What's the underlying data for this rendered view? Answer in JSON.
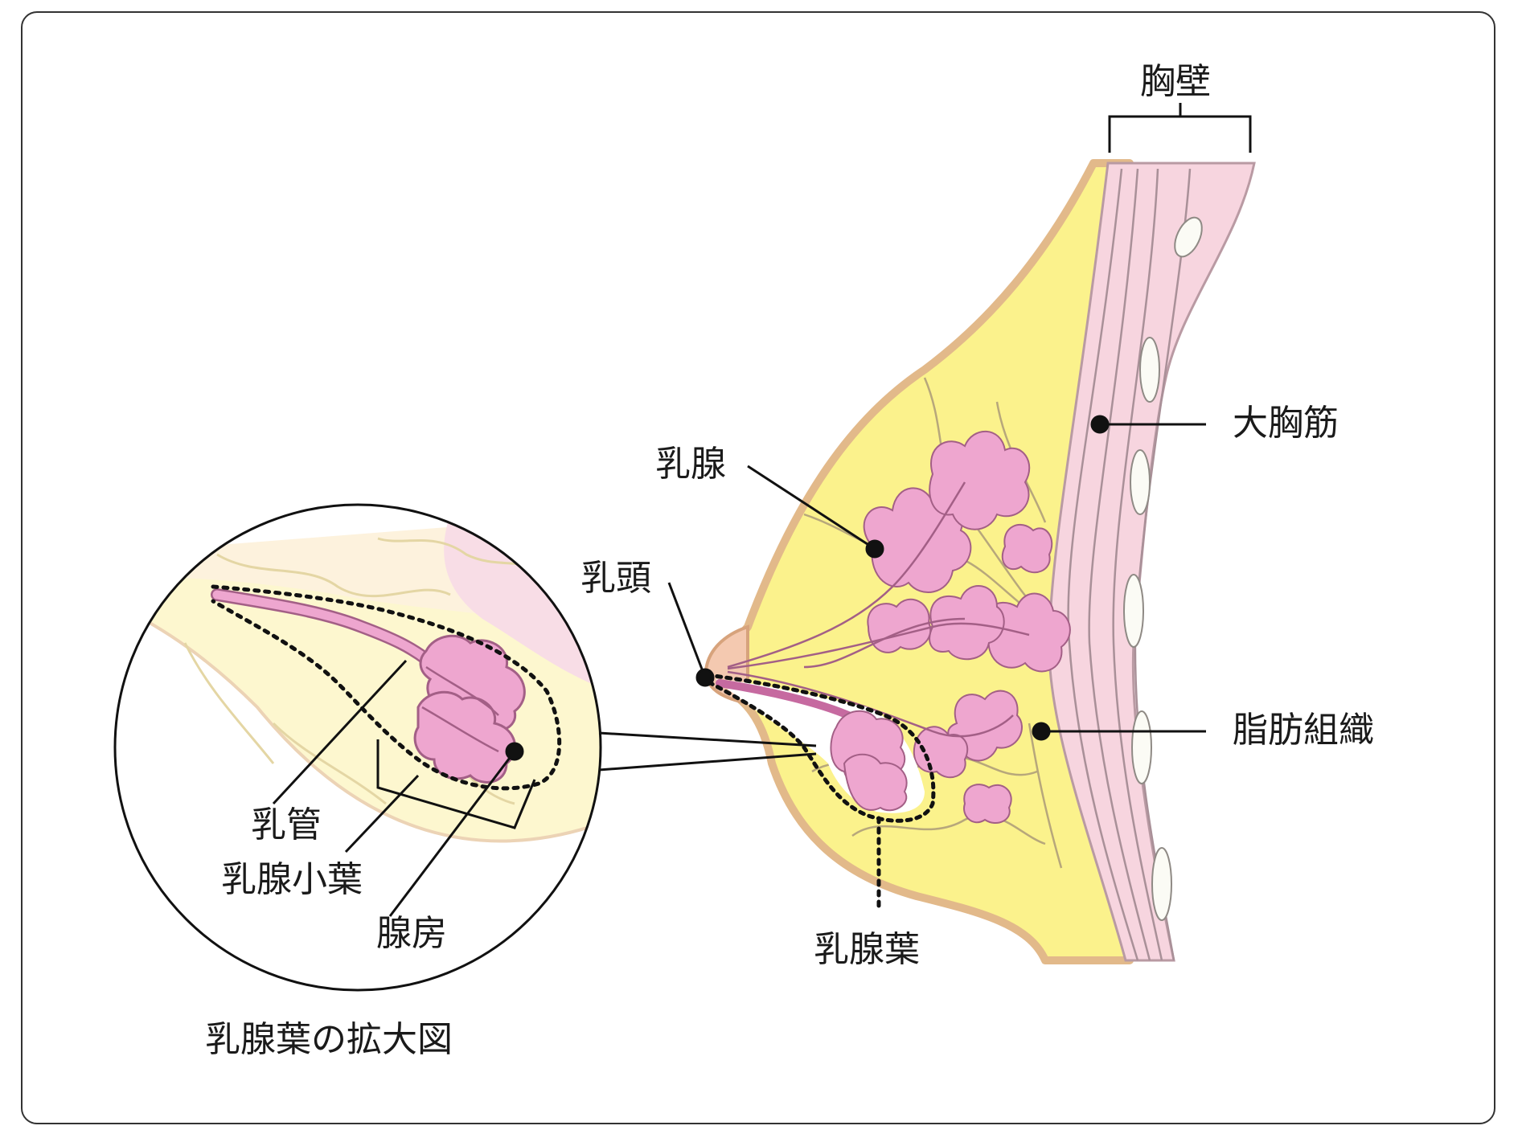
{
  "labels": {
    "chest_wall": "胸壁",
    "pectoralis_major": "大胸筋",
    "mammary_gland": "乳腺",
    "nipple": "乳頭",
    "adipose_tissue": "脂肪組織",
    "mammary_lobe": "乳腺葉",
    "lactiferous_duct": "乳管",
    "lobule": "乳腺小葉",
    "acinus": "腺房"
  },
  "caption": "乳腺葉の拡大図",
  "colors": {
    "fat_yellow": "#fbf28c",
    "skin_tan": "#e9c9a2",
    "gland_pink": "#eea6cf",
    "muscle_pink": "#f7d5df",
    "line_dark": "#111111"
  }
}
